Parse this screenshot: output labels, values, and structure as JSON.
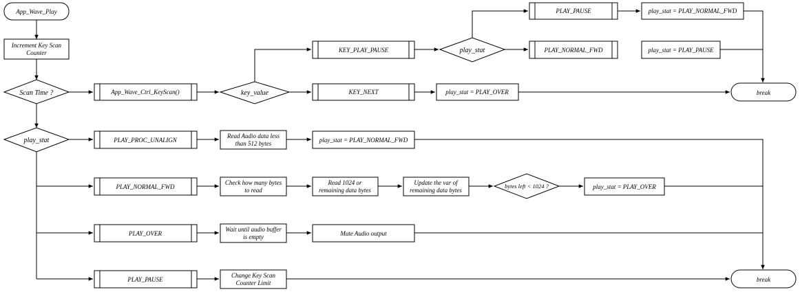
{
  "nodes": {
    "start": "App_Wave_Play",
    "increment": [
      "Increment Key Scan",
      "Counter"
    ],
    "scan_time": "Scan Time ?",
    "keyscan": "App_Wave_Ctrl_KeyScan()",
    "key_value": "key_value",
    "key_play_pause": "KEY_PLAY_PAUSE",
    "key_next": "KEY_NEXT",
    "play_stat_dec1": "play_stat",
    "play_pause_top": "PLAY_PAUSE",
    "play_normal_fwd_top": "PLAY_NORMAL_FWD",
    "set_normal_fwd_top": "play_stat = PLAY_NORMAL_FWD",
    "set_pause_top": "play_stat = PLAY_PAUSE",
    "set_over_next": "play_stat = PLAY_OVER",
    "break1": "break",
    "play_stat_dec2": "play_stat",
    "case_unalign": "PLAY_PROC_UNALIGN",
    "read_less": [
      "Read Audio data less",
      "than 512 bytes"
    ],
    "set_normal_fwd_unalign": "play_stat = PLAY_NORMAL_FWD",
    "case_normal_fwd": "PLAY_NORMAL_FWD",
    "check_bytes": [
      "Check how many bytes",
      "to read"
    ],
    "read_1024": [
      "Read 1024 or",
      "remaining data bytes"
    ],
    "update_var": [
      "Update the var of",
      "remaining data bytes"
    ],
    "bytes_left": "bytes left < 1024 ?",
    "set_over_fwd": "play_stat = PLAY_OVER",
    "case_over": "PLAY_OVER",
    "wait_buffer": [
      "Wait until audio buffer",
      "is empty"
    ],
    "mute": "Mute Audio output",
    "case_pause": "PLAY_PAUSE",
    "change_limit": [
      "Change Key Scan",
      "Counter Limit"
    ],
    "break2": "break"
  }
}
